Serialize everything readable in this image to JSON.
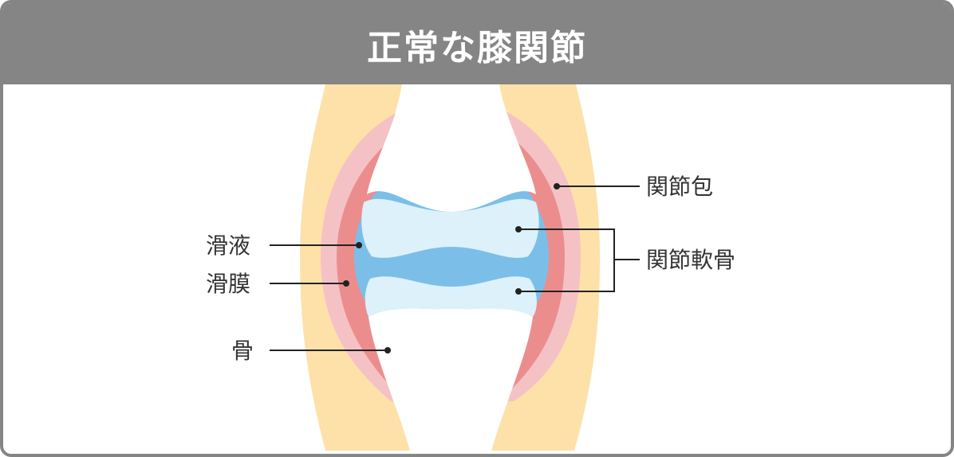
{
  "header": {
    "title": "正常な膝関節"
  },
  "labels": {
    "synovial_fluid": "滑液",
    "synovium": "滑膜",
    "bone": "骨",
    "joint_capsule": "関節包",
    "articular_cartilage": "関節軟骨"
  },
  "colors": {
    "header_bg": "#858585",
    "bone": "#fde1a8",
    "capsule": "#f4c2c5",
    "synovium": "#ec8d8d",
    "fluid": "#7bbfe8",
    "cartilage": "#dcf1fa"
  }
}
